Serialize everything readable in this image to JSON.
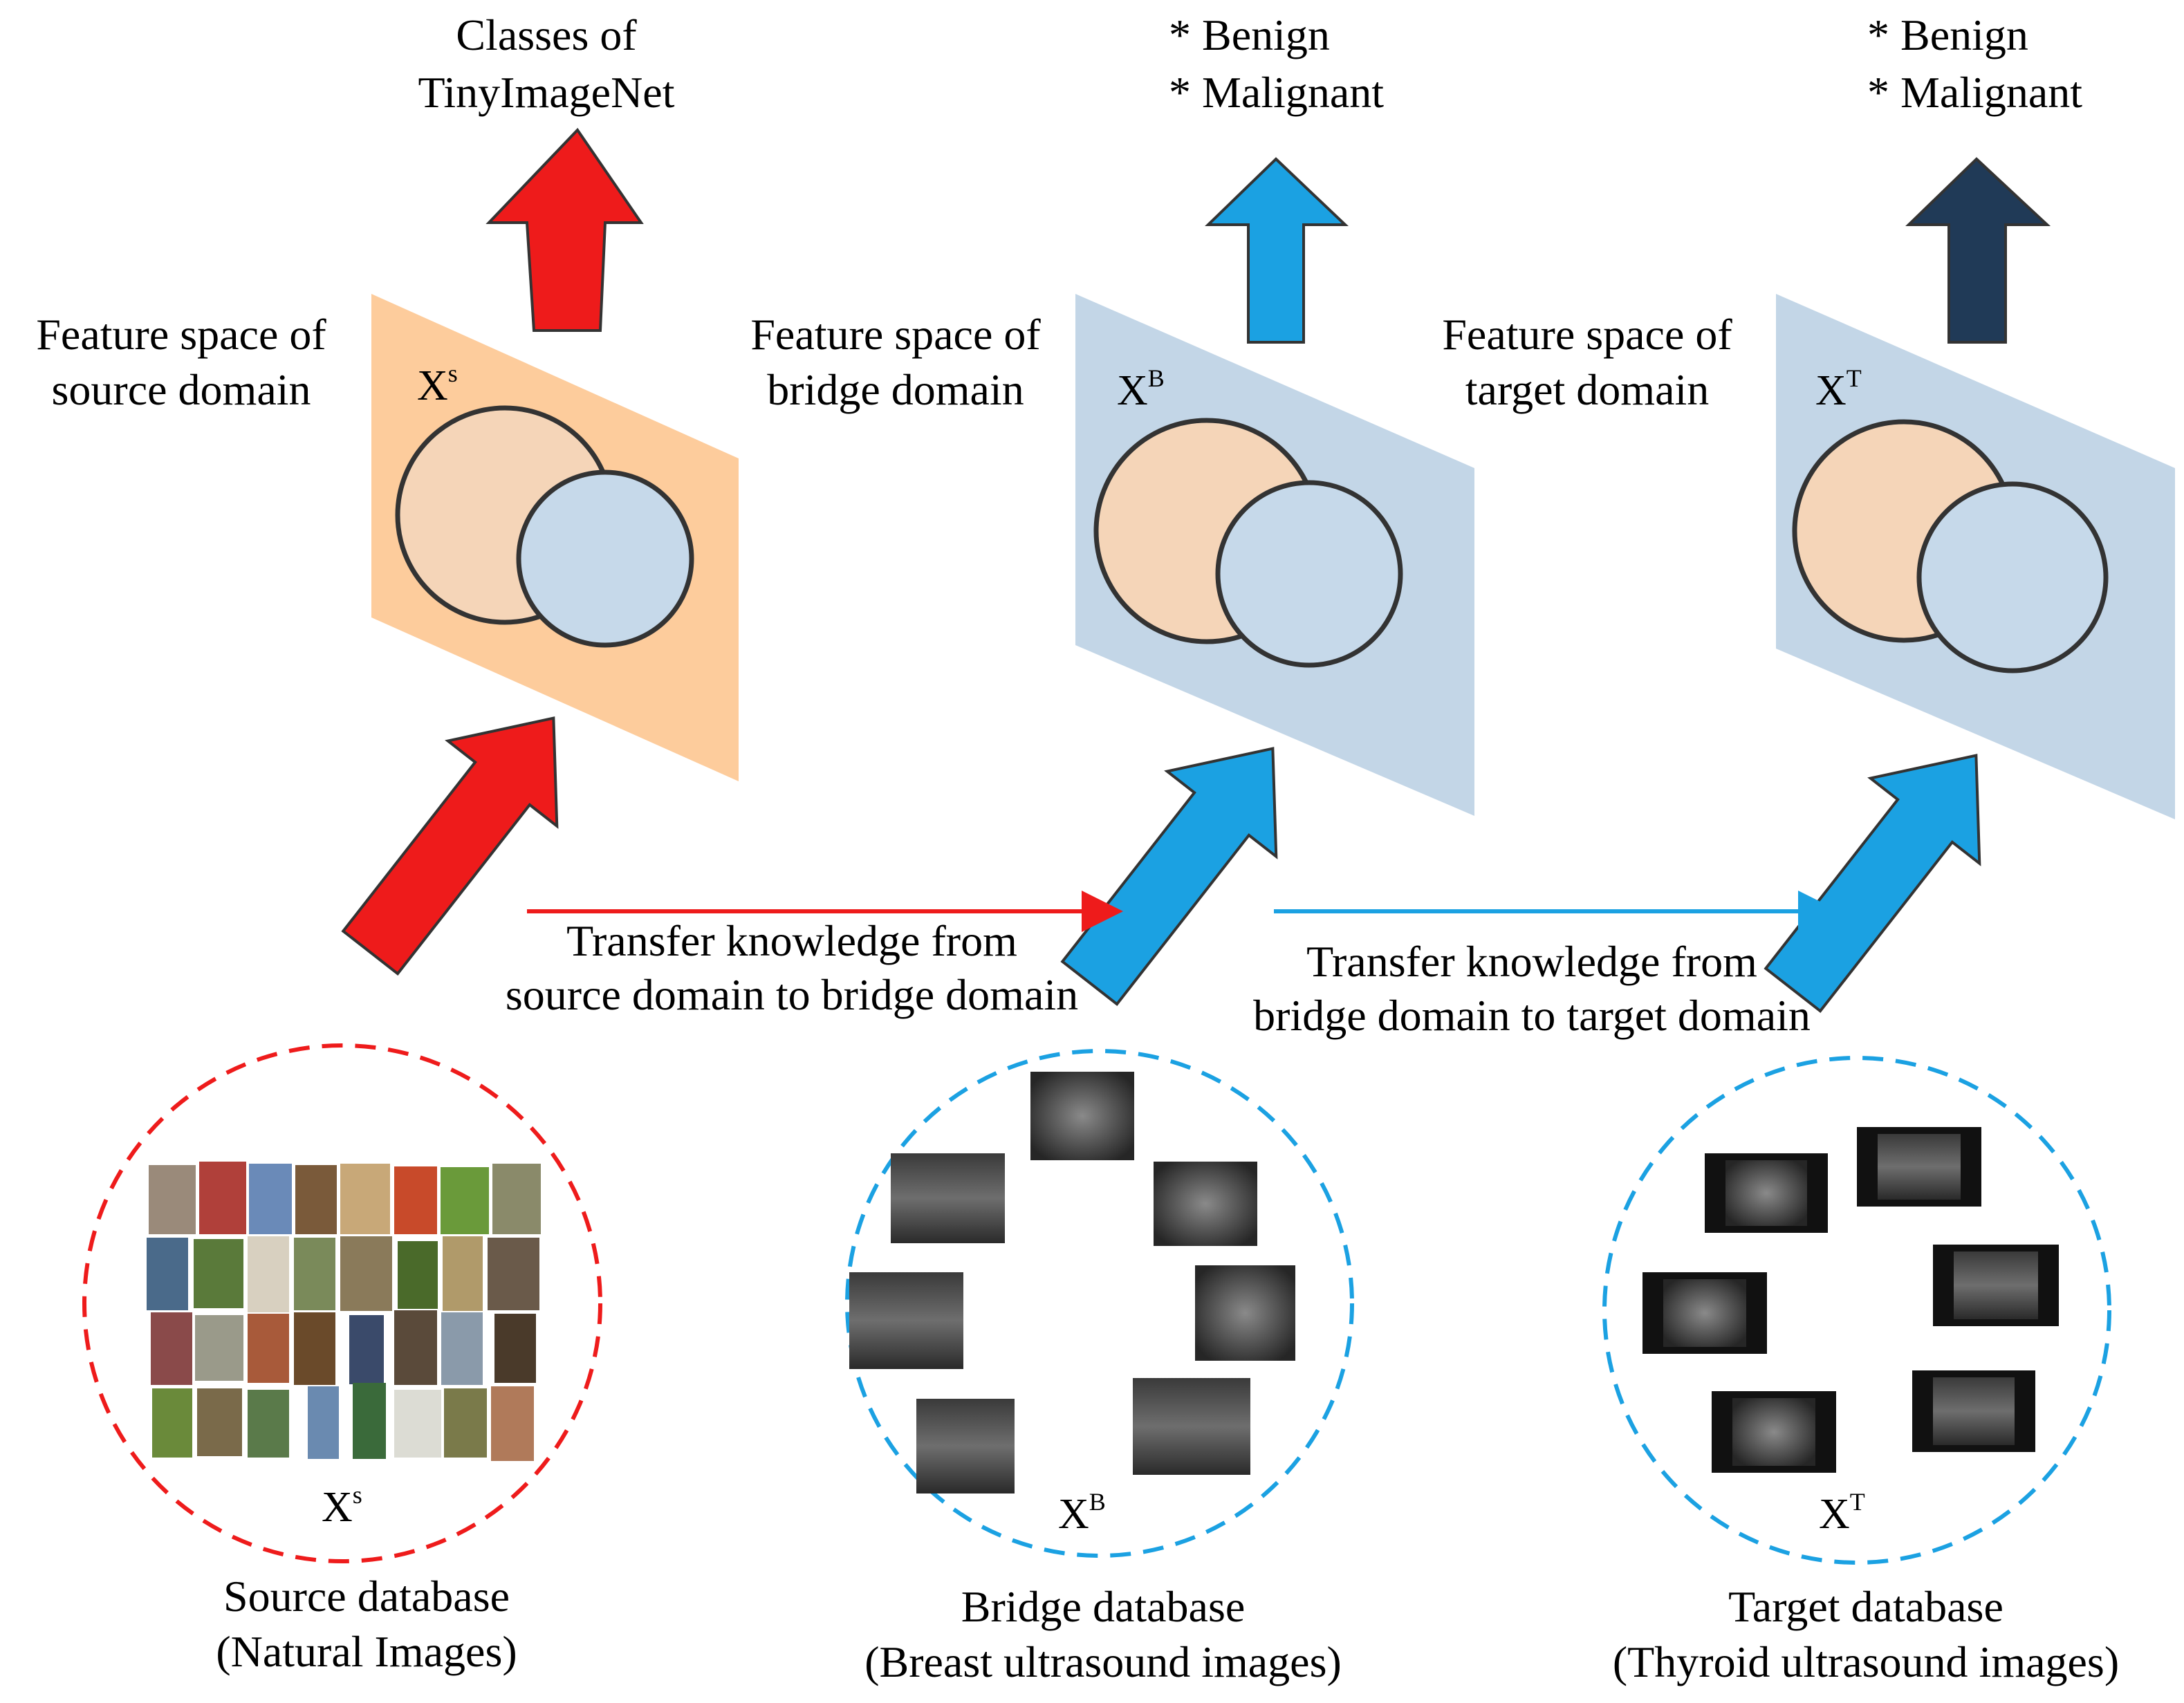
{
  "colors": {
    "source_accent": "#ee1b1b",
    "bridge_accent": "#1ba1e2",
    "target_accent": "#203a57",
    "source_plane": "#fdcc9c",
    "other_plane": "#c3d6e7",
    "circle_a": "#f5d5b8",
    "circle_b": "#c6d9ea",
    "outline": "#333333"
  },
  "top_outputs": {
    "source": [
      "Classes of",
      "TinyImageNet"
    ],
    "bridge": [
      "* Benign",
      "* Malignant"
    ],
    "target": [
      "* Benign",
      "* Malignant"
    ]
  },
  "feature_spaces": {
    "source": {
      "title": [
        "Feature space of",
        "source domain"
      ],
      "var": "X",
      "sup": "s"
    },
    "bridge": {
      "title": [
        "Feature space of",
        "bridge domain"
      ],
      "var": "X",
      "sup": "B"
    },
    "target": {
      "title": [
        "Feature space of",
        "target domain"
      ],
      "var": "X",
      "sup": "T"
    }
  },
  "transfers": {
    "source_to_bridge": [
      "Transfer knowledge from",
      "source domain to bridge domain"
    ],
    "bridge_to_target": [
      "Transfer knowledge from",
      "bridge domain to target domain"
    ]
  },
  "databases": {
    "source": {
      "title": [
        "Source database",
        "(Natural Images)"
      ],
      "var": "X",
      "sup": "s",
      "image_kind": "natural-image-thumbnails"
    },
    "bridge": {
      "title": [
        "Bridge database",
        "(Breast ultrasound images)"
      ],
      "var": "X",
      "sup": "B",
      "image_kind": "breast-ultrasound-thumbnails"
    },
    "target": {
      "title": [
        "Target database",
        "(Thyroid ultrasound images)"
      ],
      "var": "X",
      "sup": "T",
      "image_kind": "thyroid-ultrasound-thumbnails"
    }
  }
}
